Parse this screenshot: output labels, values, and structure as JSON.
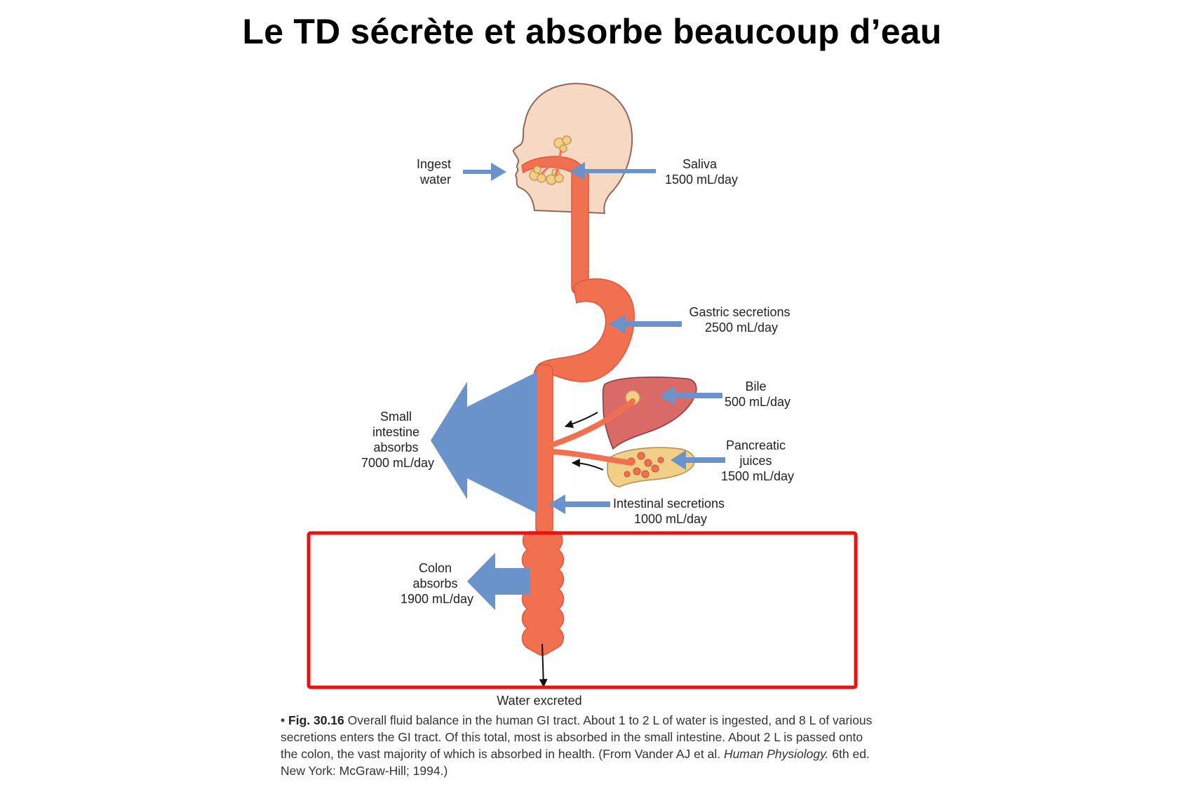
{
  "title": "Le TD sécrète et absorbe beaucoup d’eau",
  "labels": {
    "ingest": [
      "Ingest",
      "water"
    ],
    "saliva": [
      "Saliva",
      "1500 mL/day"
    ],
    "gastric": [
      "Gastric secretions",
      "2500 mL/day"
    ],
    "bile": [
      "Bile",
      "500 mL/day"
    ],
    "pancreatic": [
      "Pancreatic",
      "juices",
      "1500 mL/day"
    ],
    "intestinal": [
      "Intestinal secretions",
      "1000 mL/day"
    ],
    "small_intestine": [
      "Small",
      "intestine",
      "absorbs",
      "7000 mL/day"
    ],
    "colon": [
      "Colon",
      "absorbs",
      "1900 mL/day"
    ],
    "excreted": "Water excreted"
  },
  "caption": {
    "bullet": "•",
    "fig": "Fig. 30.16",
    "text": "Overall fluid balance in the human GI tract. About 1 to 2 L of water is ingested, and 8 L of various secretions enters the GI tract. Of this total, most is absorbed in the small intestine. About 2 L is passed onto the colon, the vast majority of which is absorbed in health. (From Vander AJ et al. ",
    "italic": "Human Physiology.",
    "tail": " 6th ed. New York: McGraw-Hill; 1994.)"
  },
  "colors": {
    "tract": "#f07050",
    "tract_outline": "#e2553a",
    "arrow": "#6a93cc",
    "skin": "#f7d8c2",
    "liver": "#d96a68",
    "pancreas": "#f2cf86",
    "highlight": "#ee1111"
  }
}
